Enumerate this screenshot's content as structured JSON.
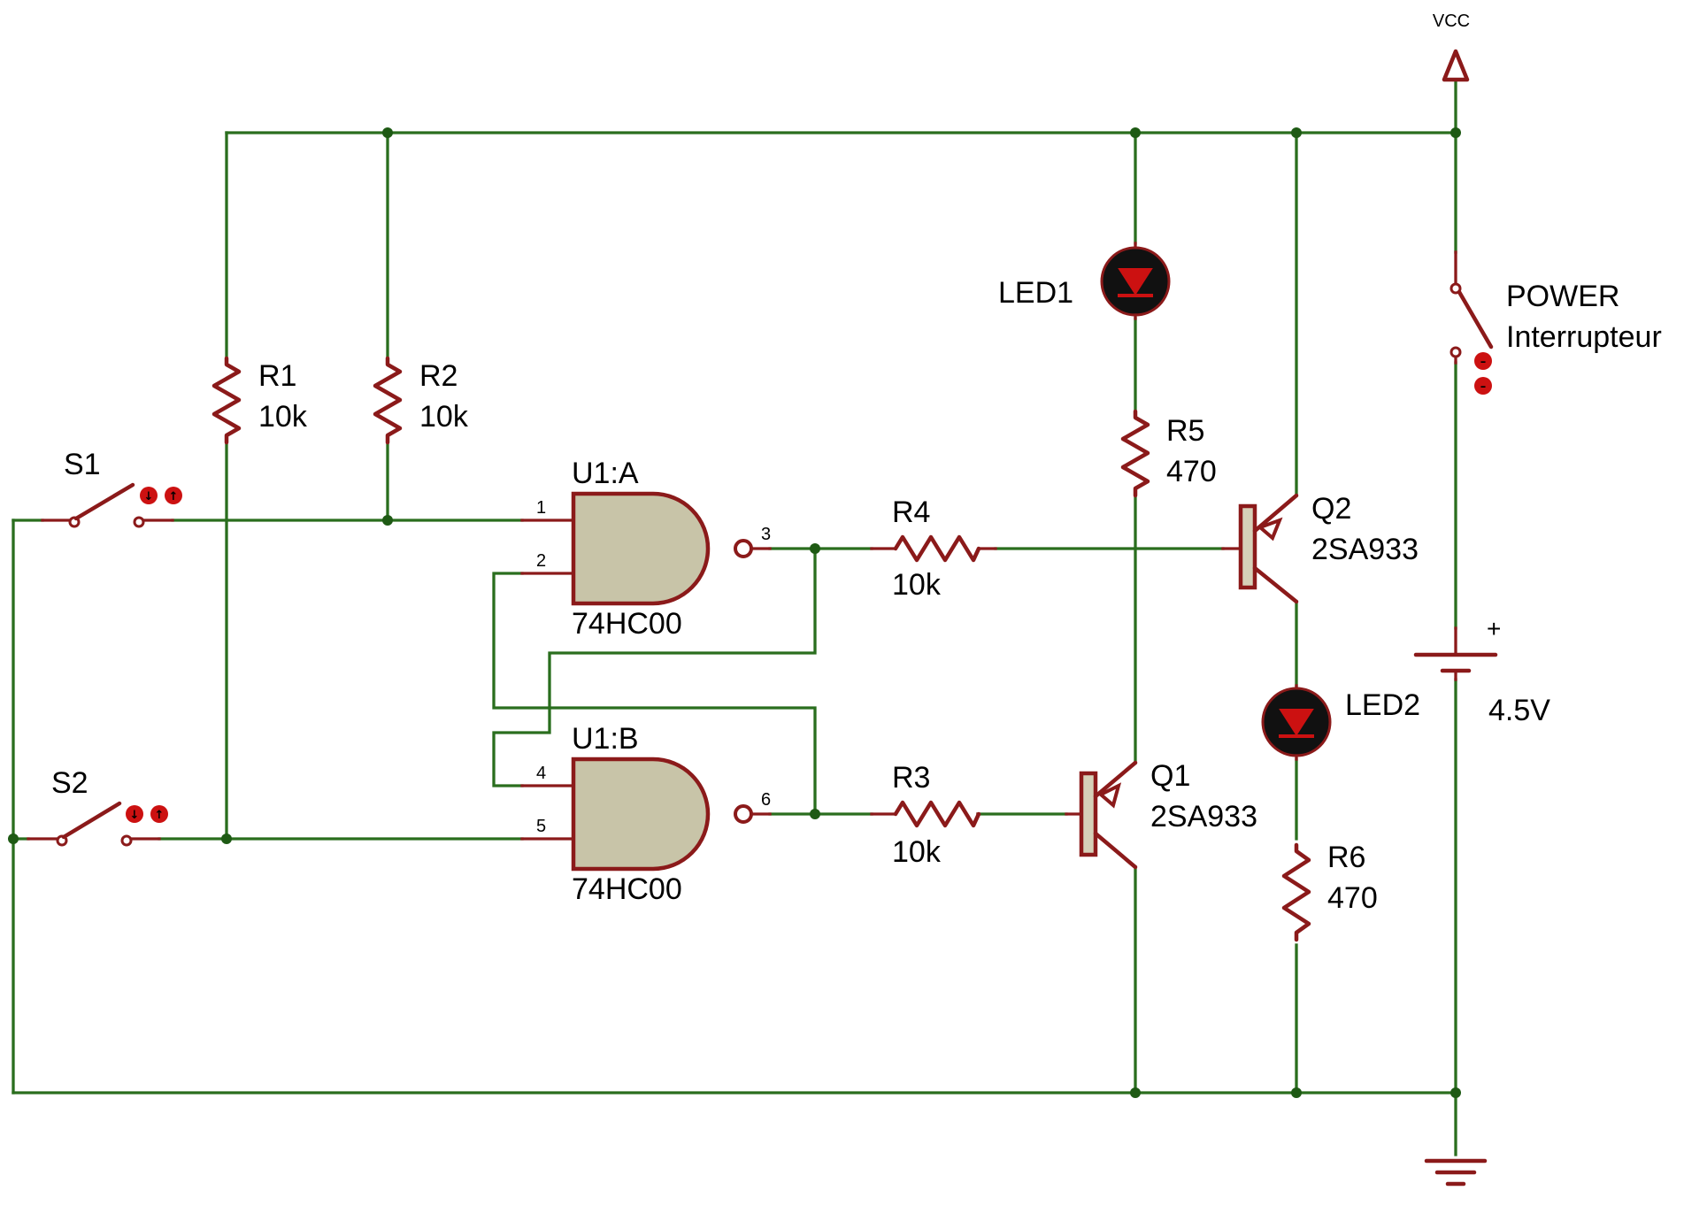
{
  "power": {
    "vcc_label": "VCC"
  },
  "components": {
    "R1": {
      "ref": "R1",
      "value": "10k"
    },
    "R2": {
      "ref": "R2",
      "value": "10k"
    },
    "R3": {
      "ref": "R3",
      "value": "10k"
    },
    "R4": {
      "ref": "R4",
      "value": "10k"
    },
    "R5": {
      "ref": "R5",
      "value": "470"
    },
    "R6": {
      "ref": "R6",
      "value": "470"
    },
    "S1": {
      "ref": "S1"
    },
    "S2": {
      "ref": "S2"
    },
    "U1A": {
      "ref": "U1:A",
      "part": "74HC00",
      "pins": [
        "1",
        "2",
        "3"
      ]
    },
    "U1B": {
      "ref": "U1:B",
      "part": "74HC00",
      "pins": [
        "4",
        "5",
        "6"
      ]
    },
    "Q1": {
      "ref": "Q1",
      "part": "2SA933"
    },
    "Q2": {
      "ref": "Q2",
      "part": "2SA933"
    },
    "LED1": {
      "ref": "LED1"
    },
    "LED2": {
      "ref": "LED2"
    },
    "POWER": {
      "ref": "POWER",
      "part": "Interrupteur"
    },
    "BAT": {
      "polarity": "+",
      "value": "4.5V"
    }
  },
  "colors": {
    "wire": "#2a6e1e",
    "component": "#8b1a1a",
    "gate_fill": "#c8c4a8",
    "led": "#cc1111"
  }
}
